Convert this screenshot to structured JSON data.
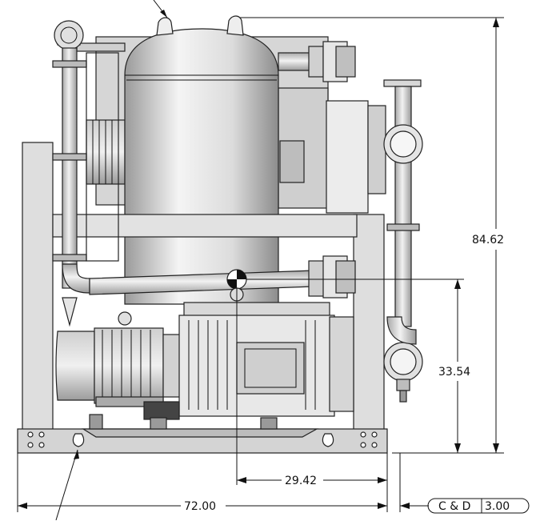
{
  "dimensions": {
    "overall_height": "84.62",
    "center_height": "33.54",
    "center_offset": "29.42",
    "overall_width": "72.00",
    "clearance_label": "C & D",
    "clearance_value": "3.00"
  },
  "colors": {
    "line": "#111111",
    "metal_light": "#e8e8e8",
    "metal_mid": "#c9c9c9",
    "metal_dark": "#8f8f8f"
  }
}
